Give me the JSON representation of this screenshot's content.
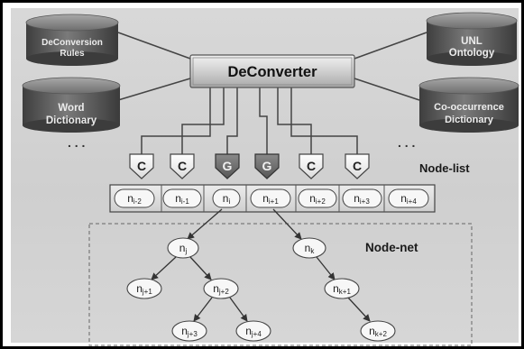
{
  "diagram": {
    "center": {
      "label": "DeConverter"
    },
    "databases": [
      {
        "id": "deconv_rules",
        "lines": [
          "DeConversion",
          "Rules"
        ]
      },
      {
        "id": "word_dict",
        "lines": [
          "Word",
          "Dictionary"
        ]
      },
      {
        "id": "unl_onto",
        "lines": [
          "UNL",
          "Ontology"
        ]
      },
      {
        "id": "cooc_dict",
        "lines": [
          "Co-occurrence",
          "Dictionary"
        ]
      }
    ],
    "ellipsis_left": ". . .",
    "ellipsis_right": ". . .",
    "gates": [
      {
        "letter": "C",
        "type": "C"
      },
      {
        "letter": "C",
        "type": "C"
      },
      {
        "letter": "G",
        "type": "G"
      },
      {
        "letter": "G",
        "type": "G"
      },
      {
        "letter": "C",
        "type": "C"
      },
      {
        "letter": "C",
        "type": "C"
      }
    ],
    "node_list_label": "Node-list",
    "node_list": [
      {
        "base": "n",
        "sub": "i-2"
      },
      {
        "base": "n",
        "sub": "i-1"
      },
      {
        "base": "n",
        "sub": "i"
      },
      {
        "base": "n",
        "sub": "i+1"
      },
      {
        "base": "n",
        "sub": "i+2"
      },
      {
        "base": "n",
        "sub": "i+3"
      },
      {
        "base": "n",
        "sub": "i+4"
      }
    ],
    "node_net_label": "Node-net",
    "node_net": [
      {
        "id": "nj",
        "base": "n",
        "sub": "j"
      },
      {
        "id": "nk",
        "base": "n",
        "sub": "k"
      },
      {
        "id": "nj1",
        "base": "n",
        "sub": "j+1"
      },
      {
        "id": "nj2",
        "base": "n",
        "sub": "j+2"
      },
      {
        "id": "nk1",
        "base": "n",
        "sub": "k+1"
      },
      {
        "id": "nj3",
        "base": "n",
        "sub": "j+3"
      },
      {
        "id": "nj4",
        "base": "n",
        "sub": "j+4"
      },
      {
        "id": "nk2",
        "base": "n",
        "sub": "k+2"
      }
    ]
  }
}
